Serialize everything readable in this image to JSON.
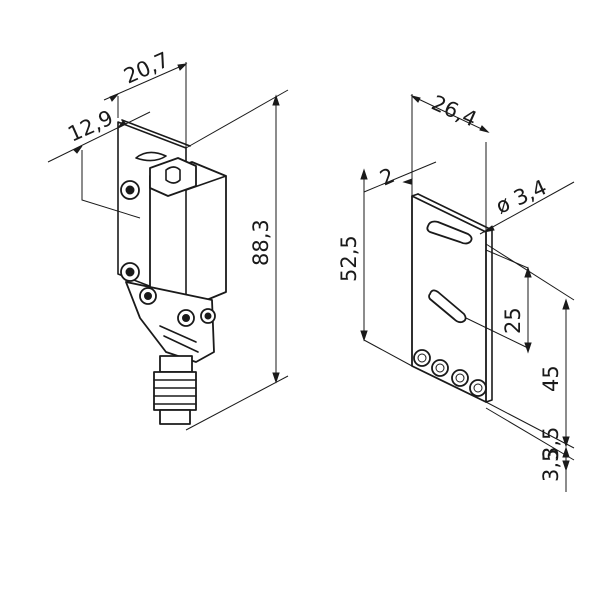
{
  "drawing": {
    "switch": {
      "dim_width": "20,7",
      "dim_depth": "12,9",
      "dim_height": "88,3"
    },
    "plate": {
      "dim_width": "26,4",
      "dim_thickness": "2",
      "dim_hole": "ø 3,4",
      "dim_height": "52,5",
      "dim_slot_spacing": "25",
      "dim_hole_row": "45",
      "dim_offset_a": "3,5",
      "dim_offset_b": "3,5"
    }
  }
}
